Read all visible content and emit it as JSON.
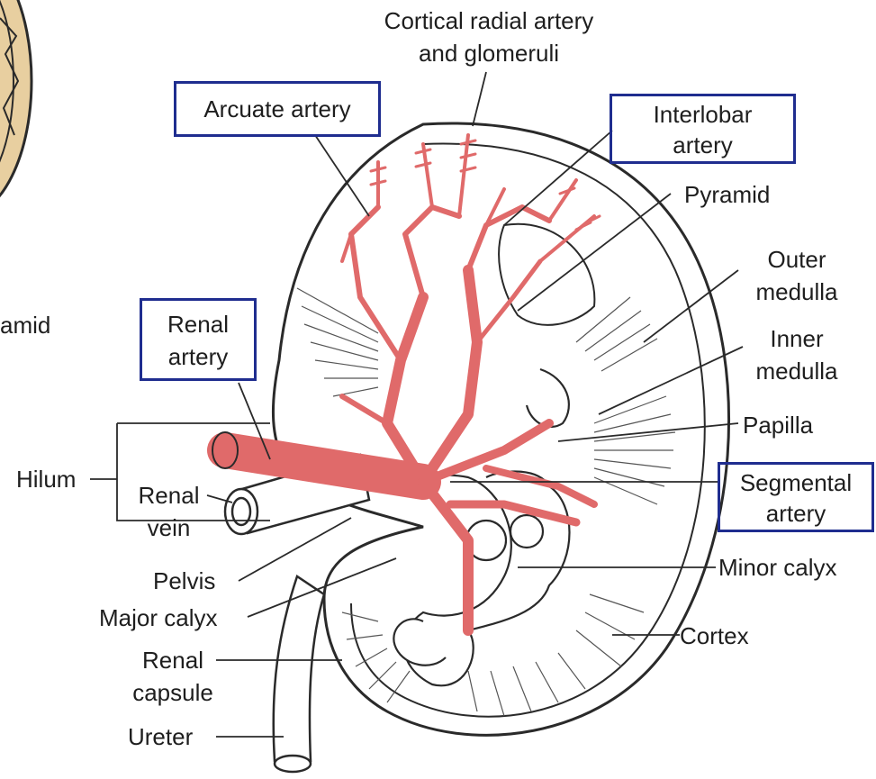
{
  "colors": {
    "artery": "#e06a6a",
    "outline": "#2a2a2a",
    "box_border": "#1f2d8f",
    "seal": "#e8cfa0"
  },
  "labels": {
    "cortical_radial": {
      "line1": "Cortical radial artery",
      "line2": "and glomeruli"
    },
    "arcuate_artery": {
      "line1": "Arcuate artery"
    },
    "interlobar_artery": {
      "line1": "Interlobar",
      "line2": "artery"
    },
    "pyramid": {
      "line1": "Pyramid"
    },
    "outer_medulla": {
      "line1": "Outer",
      "line2": "medulla"
    },
    "inner_medulla": {
      "line1": "Inner",
      "line2": "medulla"
    },
    "papilla": {
      "line1": "Papilla"
    },
    "segmental_artery": {
      "line1": "Segmental",
      "line2": "artery"
    },
    "minor_calyx": {
      "line1": "Minor calyx"
    },
    "cortex": {
      "line1": "Cortex"
    },
    "renal_artery": {
      "line1": "Renal",
      "line2": "artery"
    },
    "hilum": {
      "line1": "Hilum"
    },
    "renal_vein": {
      "line1": "Renal",
      "line2": "vein"
    },
    "pelvis": {
      "line1": "Pelvis"
    },
    "major_calyx": {
      "line1": "Major calyx"
    },
    "renal_capsule": {
      "line1": "Renal",
      "line2": "capsule"
    },
    "ureter": {
      "line1": "Ureter"
    },
    "pyramid_partial": {
      "line1": "amid"
    }
  }
}
